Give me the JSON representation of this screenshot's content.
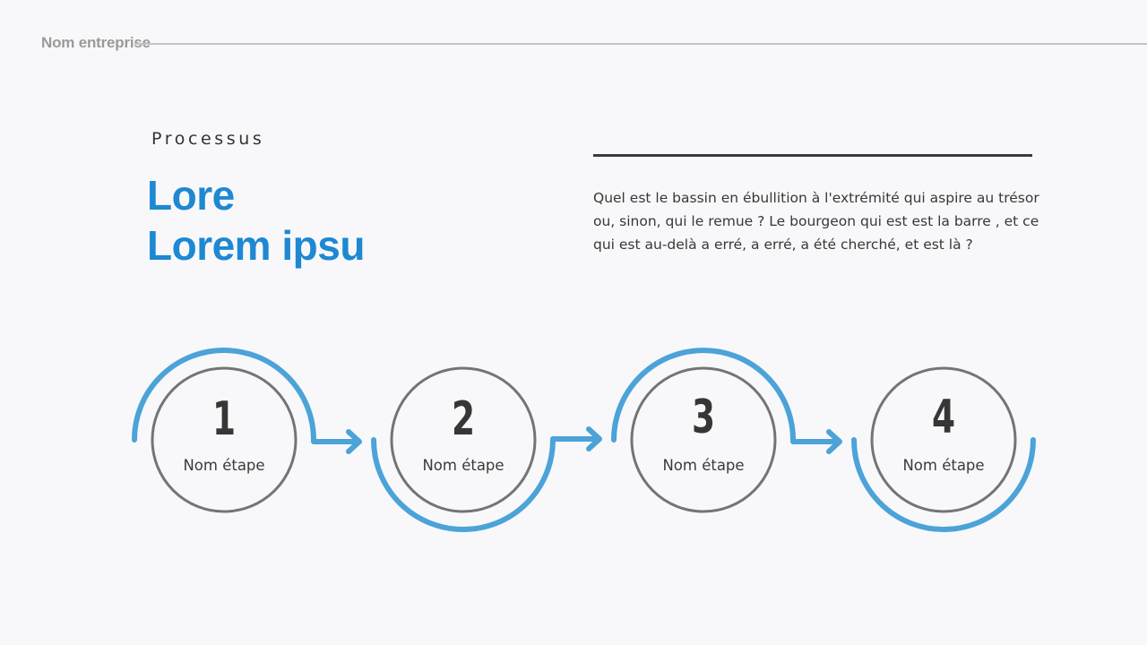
{
  "header": {
    "company_name": "Nom entreprise"
  },
  "intro": {
    "subtitle": "Processus",
    "title_lines": [
      "Lore",
      "Lorem ipsu"
    ],
    "body": "Quel est le bassin en ébullition à l'extrémité qui aspire au trésor ou, sinon, qui le remue ? Le bourgeon qui est est la barre , et ce qui est au-delà a erré, a erré, a été cherché, et est là ?"
  },
  "steps": [
    {
      "number": "1",
      "label": "Nom étape",
      "arc": "top"
    },
    {
      "number": "2",
      "label": "Nom étape",
      "arc": "bottom"
    },
    {
      "number": "3",
      "label": "Nom étape",
      "arc": "top"
    },
    {
      "number": "4",
      "label": "Nom étape",
      "arc": "bottom"
    }
  ],
  "colors": {
    "accent": "#1e88d2",
    "arc": "#4ba3d8",
    "circle_stroke": "#747474",
    "text_dark": "#363636",
    "background": "#f8f8fa"
  }
}
